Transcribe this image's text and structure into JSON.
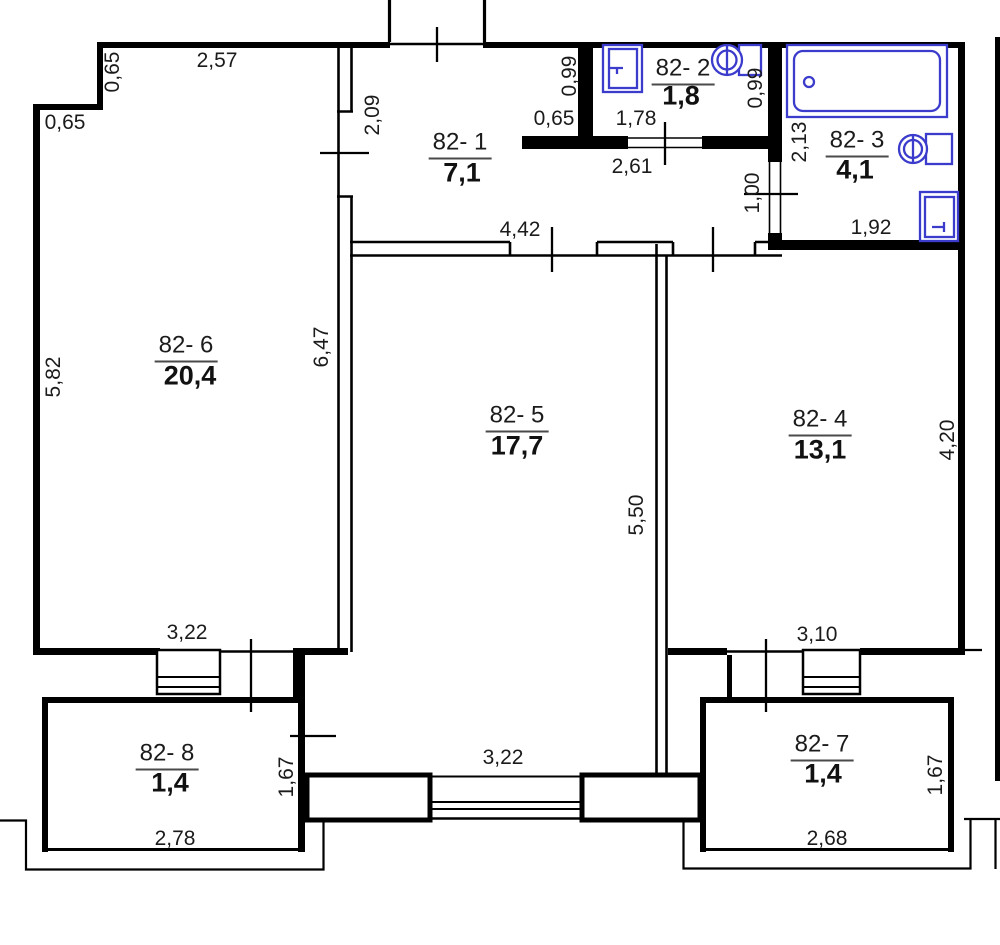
{
  "plan": {
    "title": "apartment-floor-plan",
    "colors": {
      "wall": "#000000",
      "fixture_blue": "#3b3bcc",
      "background": "#ffffff",
      "text": "#1b1b1b"
    },
    "rooms": {
      "r1": {
        "id": "82- 1",
        "area": "7,1"
      },
      "r2": {
        "id": "82- 2",
        "area": "1,8"
      },
      "r3": {
        "id": "82- 3",
        "area": "4,1"
      },
      "r4": {
        "id": "82- 4",
        "area": "13,1"
      },
      "r5": {
        "id": "82- 5",
        "area": "17,7"
      },
      "r6": {
        "id": "82- 6",
        "area": "20,4"
      },
      "r7": {
        "id": "82- 7",
        "area": "1,4"
      },
      "r8": {
        "id": "82- 8",
        "area": "1,4"
      }
    },
    "dims": {
      "notch_height": "0,65",
      "top_left_width": "2,57",
      "notch_width": "0,65",
      "hall_left_wall": "2,09",
      "wc_left_wall": "0,99",
      "hall_stub": "0,65",
      "wc_width": "1,78",
      "corridor_width": "2,61",
      "wc_right_wall": "0,99",
      "bath_left_wall": "2,13",
      "bath_door": "1,00",
      "bath_bottom": "1,92",
      "corridor_south_wall": "4,42",
      "living_left_wall": "5,82",
      "living_right_wall": "6,47",
      "room5_right_wall": "5,50",
      "room4_right_wall": "4,20",
      "living_window": "3,22",
      "room4_window": "3,10",
      "room5_window": "3,22",
      "balcony8_depth": "1,67",
      "balcony7_depth": "1,67",
      "balcony8_width": "2,78",
      "balcony7_width": "2,68"
    },
    "fixtures": {
      "wc": [
        "toilet",
        "washbasin"
      ],
      "bathroom": [
        "bathtub",
        "washbasin",
        "toilet"
      ]
    }
  }
}
